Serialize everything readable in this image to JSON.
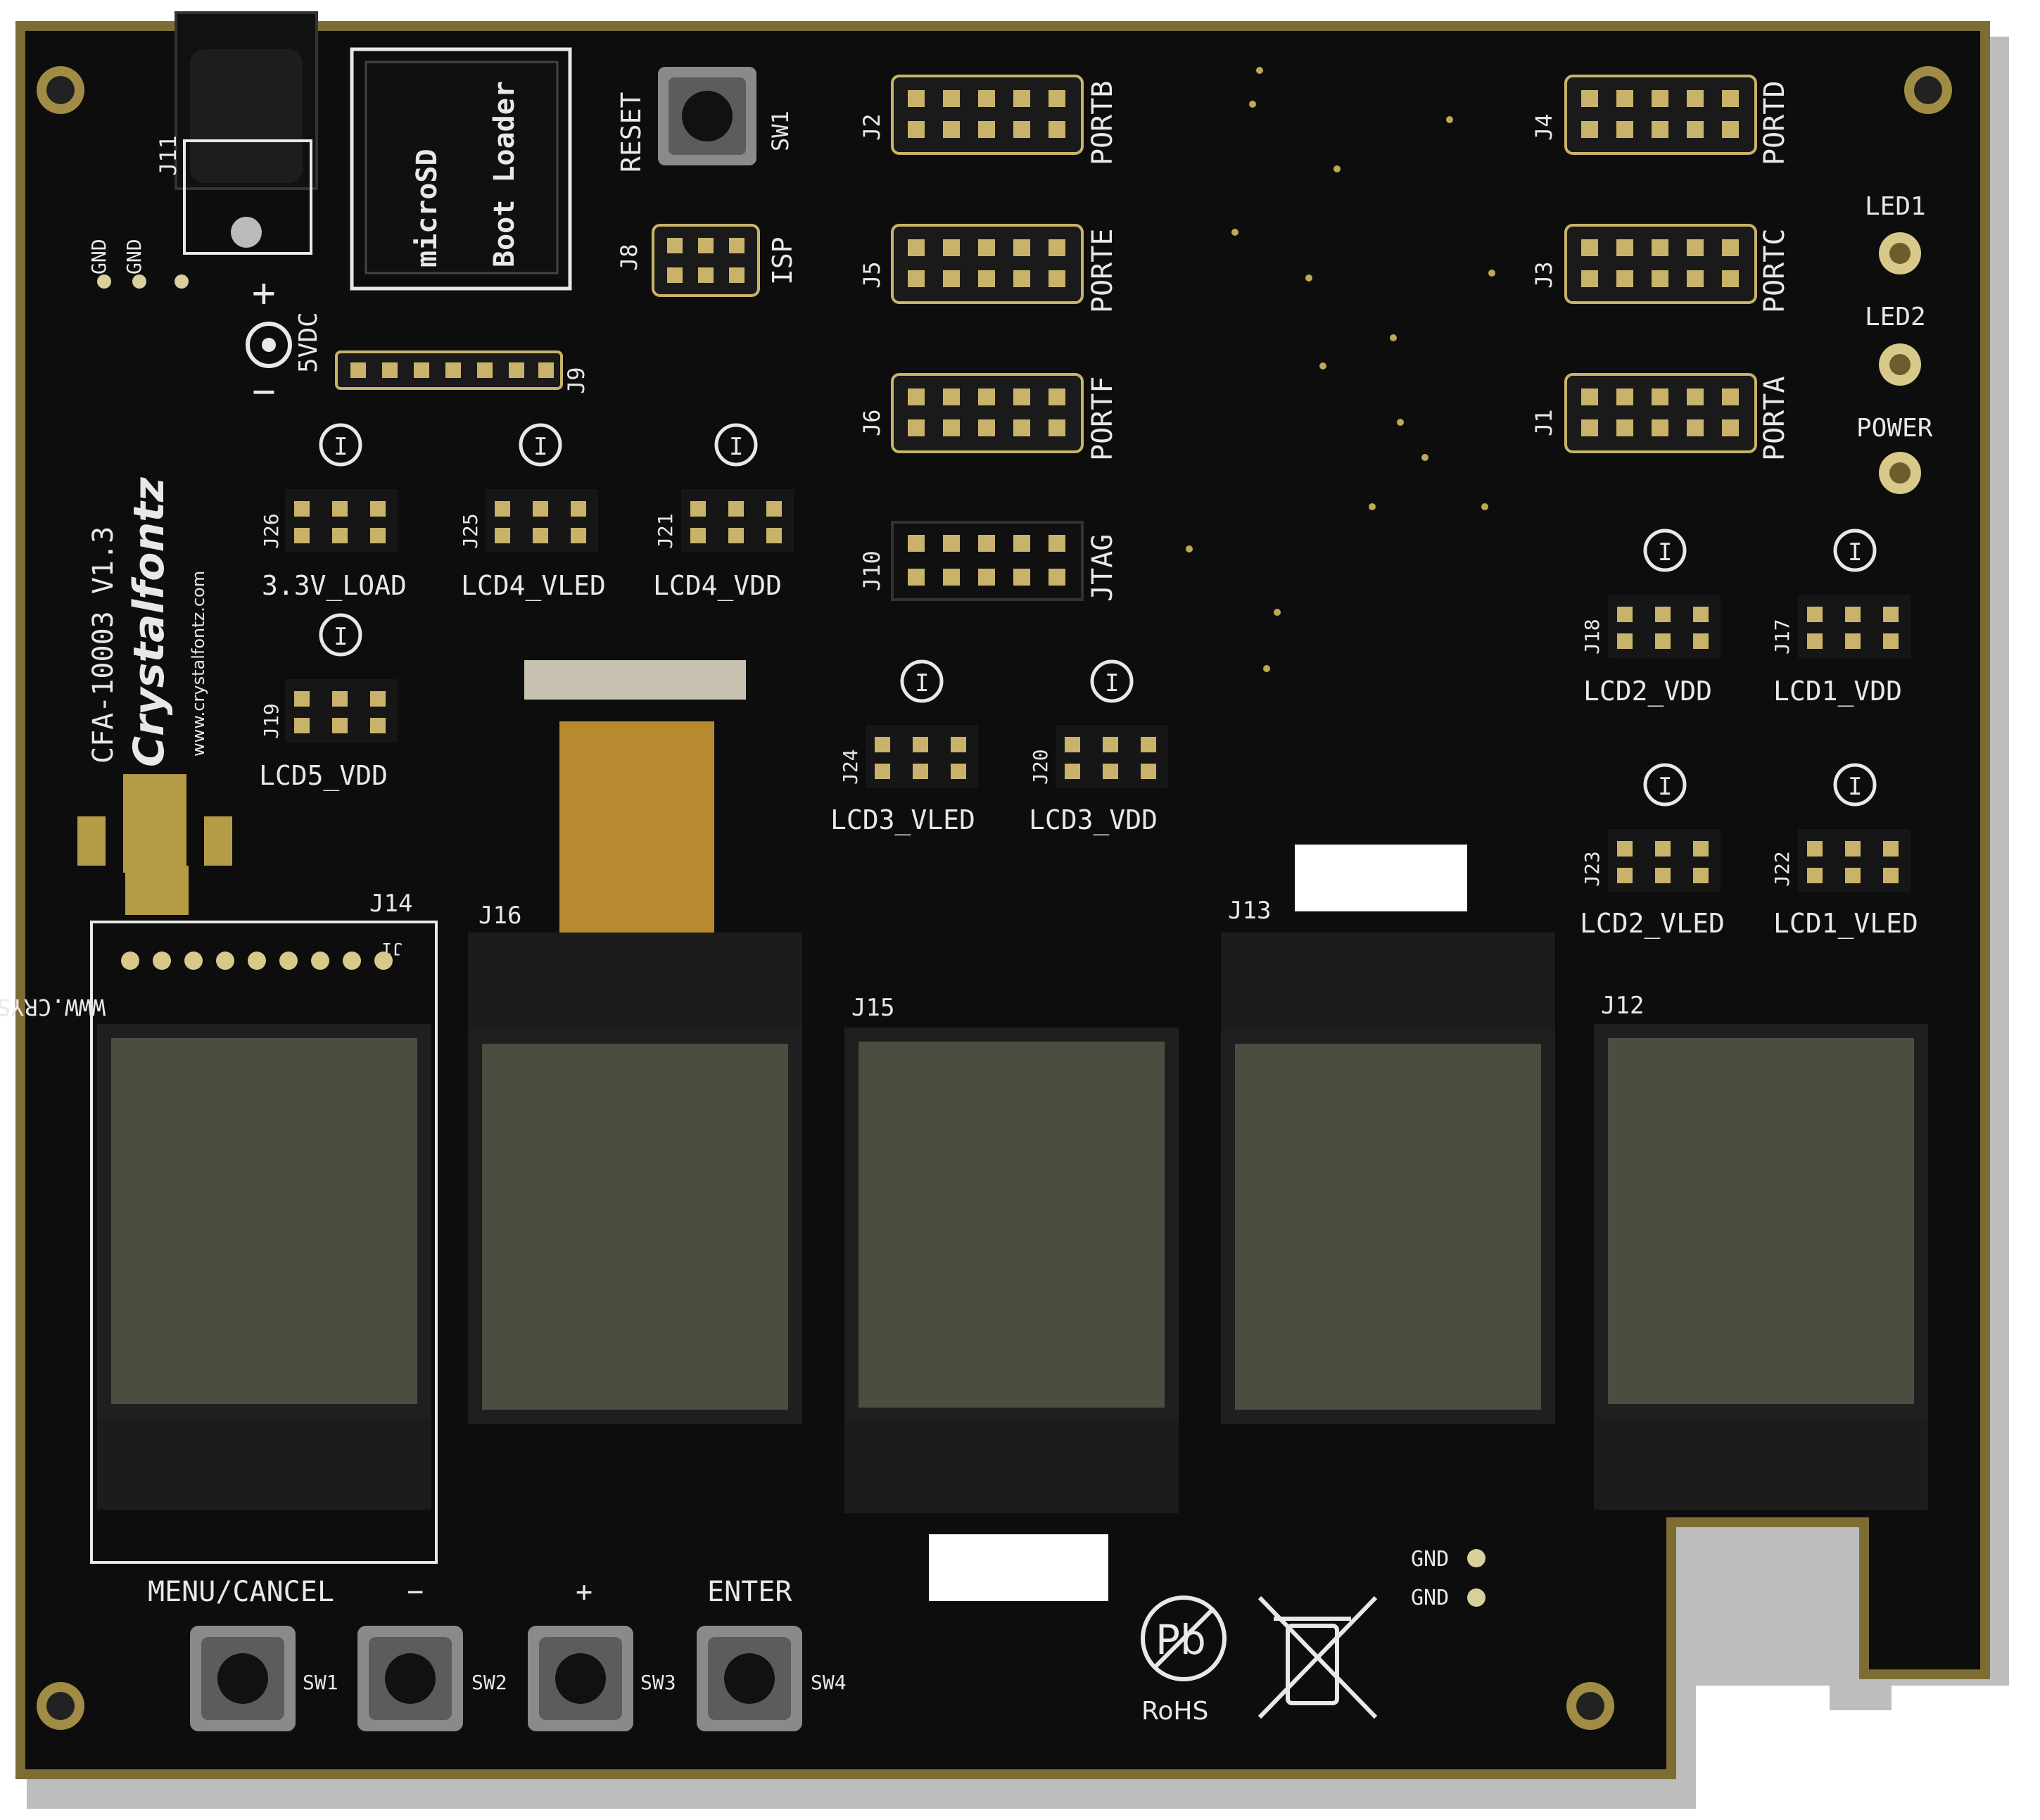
{
  "board": {
    "title": "CFA-10003 V1.3",
    "brand": "Crystalfontz",
    "website": "www.crystalfontz.com",
    "colors": {
      "pcb": "#0d0d0d",
      "edge": "#8a7a3a",
      "gold": "#c9b36a",
      "silk": "#e8e8e8",
      "lcd": "#4b4d40"
    }
  },
  "labels": {
    "j11": "J11",
    "gnd": "GND",
    "power_plus": "+",
    "power_minus": "−",
    "vdc": "5VDC",
    "microsd": "microSD",
    "bootloader": "Boot Loader",
    "reset": "RESET",
    "sw1_reset": "SW1",
    "j8": "J8",
    "isp": "ISP",
    "j9": "J9",
    "j2": "J2",
    "portb": "PORTB",
    "j5": "J5",
    "porte": "PORTE",
    "j6": "J6",
    "portf": "PORTF",
    "j10": "J10",
    "jtag": "JTAG",
    "j4": "J4",
    "portd": "PORTD",
    "j3": "J3",
    "portc": "PORTC",
    "j1": "J1",
    "porta": "PORTA",
    "led1": "LED1",
    "led2": "LED2",
    "power": "POWER",
    "i": "I",
    "j26": "J26",
    "load33": "3.3V_LOAD",
    "j25": "J25",
    "lcd4_vled": "LCD4_VLED",
    "j21": "J21",
    "lcd4_vdd": "LCD4_VDD",
    "j19": "J19",
    "lcd5_vdd": "LCD5_VDD",
    "j24": "J24",
    "lcd3_vled": "LCD3_VLED",
    "j20": "J20",
    "lcd3_vdd": "LCD3_VDD",
    "j18": "J18",
    "lcd2_vdd": "LCD2_VDD",
    "j17": "J17",
    "lcd1_vdd": "LCD1_VDD",
    "j23": "J23",
    "lcd2_vled": "LCD2_VLED",
    "j22": "J22",
    "lcd1_vled": "LCD1_VLED",
    "j14": "J14",
    "j1_small": "J1",
    "crystalfontz_url": "WWW.CRYSTALFONTZ.COM",
    "j16": "J16",
    "j15": "J15",
    "j13": "J13",
    "j12": "J12",
    "menu_cancel": "MENU/CANCEL",
    "minus": "−",
    "plus": "+",
    "enter": "ENTER",
    "sw1": "SW1",
    "sw2": "SW2",
    "sw3": "SW3",
    "sw4": "SW4",
    "rohs": "RoHS",
    "pb": "Pb"
  }
}
